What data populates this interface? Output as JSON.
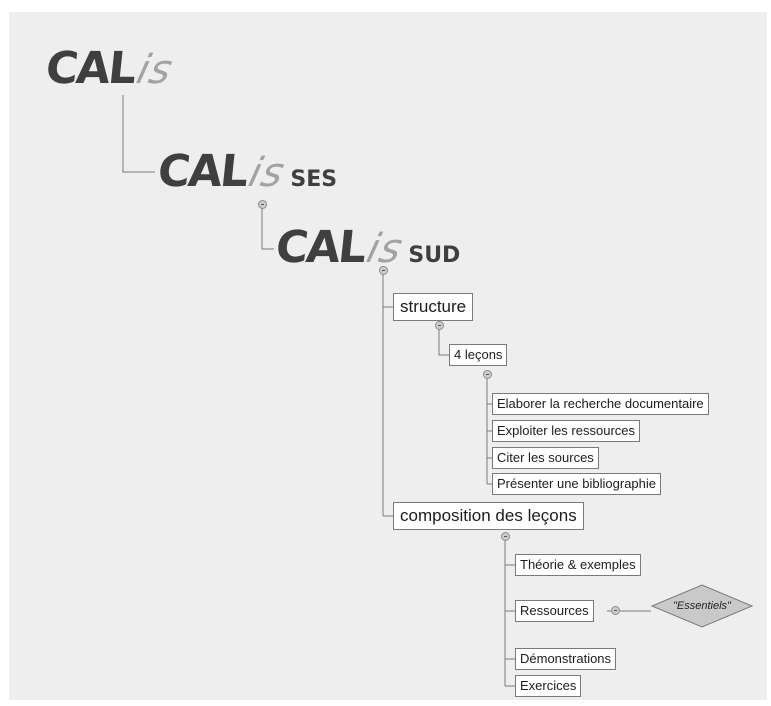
{
  "logos": {
    "top": {
      "cal": "CAL",
      "is": "is",
      "suffix": ""
    },
    "ses": {
      "cal": "CAL",
      "is": "is",
      "suffix": "SES"
    },
    "sud": {
      "cal": "CAL",
      "is": "is",
      "suffix": "SUD"
    }
  },
  "nodes": {
    "structure": "structure",
    "lecons": "4 leçons",
    "elaborer": "Elaborer la recherche documentaire",
    "exploiter": "Exploiter les ressources",
    "citer": "Citer les sources",
    "presenter": "Présenter une bibliographie",
    "composition": "composition des leçons",
    "theorie": "Théorie & exemples",
    "ressources": "Ressources",
    "essentiels": "\"Essentiels\"",
    "demonstrations": "Démonstrations",
    "exercices": "Exercices"
  },
  "colors": {
    "panel_background": "#eeeeee",
    "logo_dark": "#3f3f3f",
    "logo_light": "#a2a2a2",
    "connector": "#7a7a7a",
    "diamond_fill": "#c9c9c9"
  }
}
